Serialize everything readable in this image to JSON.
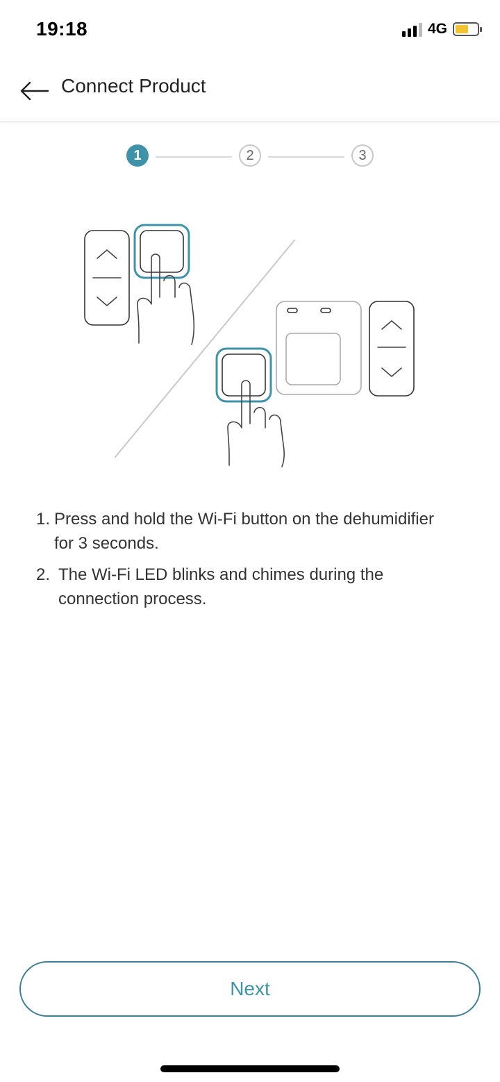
{
  "status_bar": {
    "time": "19:18",
    "network": "4G",
    "battery_level": 0.6,
    "battery_color": "#f2c230"
  },
  "header": {
    "title": "Connect Product",
    "back_icon": "back-arrow-icon"
  },
  "stepper": {
    "steps": [
      "1",
      "2",
      "3"
    ],
    "current": 1,
    "accent_color": "#3f93a8"
  },
  "instructions": [
    {
      "num": "1.",
      "text": "Press and hold the Wi-Fi button on the dehumidifier for 3 seconds."
    },
    {
      "num": "2.",
      "text": "The Wi-Fi LED blinks and chimes during the connection process."
    }
  ],
  "footer": {
    "next_label": "Next"
  }
}
